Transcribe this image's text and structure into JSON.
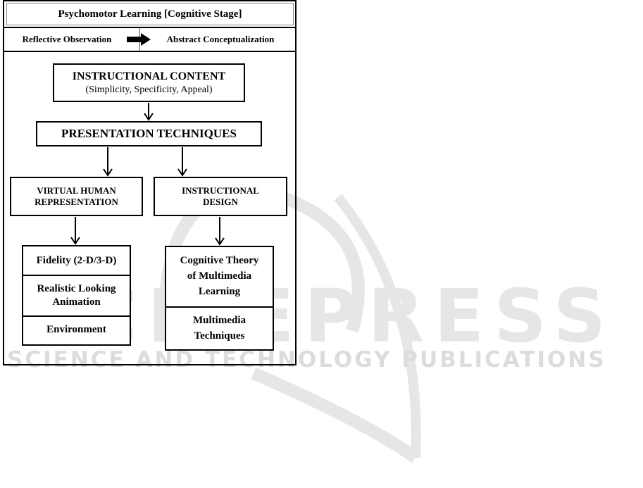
{
  "watermark": {
    "big_text": "SCITEPRESS",
    "small_text": "SCIENCE AND TECHNOLOGY PUBLICATIONS"
  },
  "header": {
    "title": "Psychomotor Learning [Cognitive Stage]",
    "left_stage": "Reflective Observation",
    "right_stage": "Abstract Conceptualization"
  },
  "nodes": {
    "instructional_content": {
      "title": "INSTRUCTIONAL CONTENT",
      "subtitle": "(Simplicity, Specificity, Appeal)"
    },
    "presentation_techniques": "PRESENTATION TECHNIQUES",
    "virtual_human": [
      "VIRTUAL HUMAN",
      "REPRESENTATION"
    ],
    "instructional_design": [
      "INSTRUCTIONAL",
      "DESIGN"
    ],
    "left_stack": {
      "fidelity": "Fidelity (2-D/3-D)",
      "realistic": [
        "Realistic Looking",
        "Animation"
      ],
      "environment": "Environment"
    },
    "right_stack": {
      "cognitive": [
        "Cognitive Theory",
        "of Multimedia",
        "Learning"
      ],
      "multimedia": [
        "Multimedia",
        "Techniques"
      ]
    }
  },
  "colors": {
    "watermark": "#e0e0e0",
    "stroke": "#000000"
  }
}
